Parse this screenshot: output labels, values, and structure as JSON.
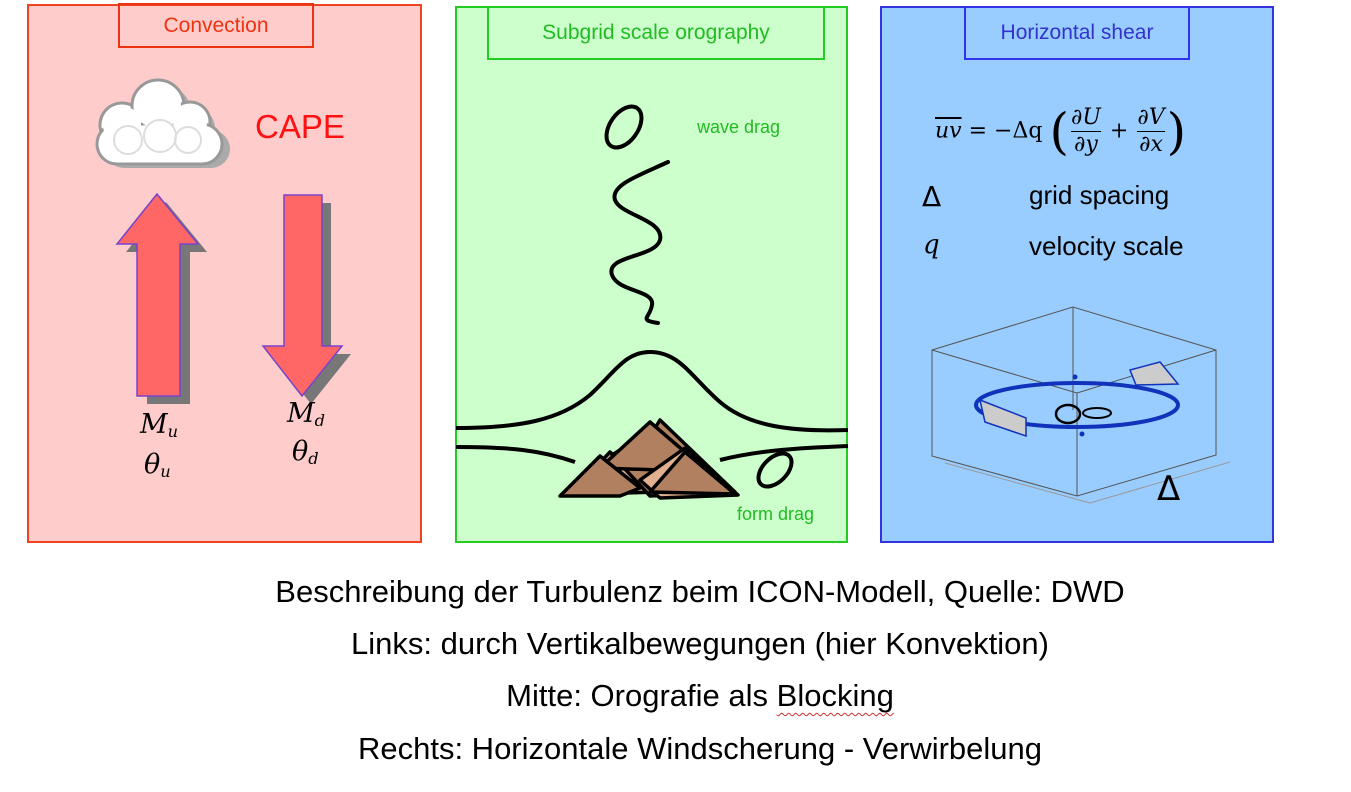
{
  "panels": {
    "convection": {
      "title": "Convection",
      "cape": "CAPE",
      "mu": "M",
      "mu_sub": "u",
      "thu": "θ",
      "thu_sub": "u",
      "md": "M",
      "md_sub": "d",
      "thd": "θ",
      "thd_sub": "d"
    },
    "orography": {
      "title": "Subgrid scale orography",
      "wave_drag": "wave drag",
      "form_drag": "form drag"
    },
    "shear": {
      "title": "Horizontal shear",
      "eq_lhs": "uv",
      "eq_mid": "= −Δq",
      "frac1_num": "∂U",
      "frac1_den": "∂y",
      "plus": "+",
      "frac2_num": "∂V",
      "frac2_den": "∂x",
      "delta_symbol": "Δ",
      "delta_label": "grid spacing",
      "q_symbol": "q",
      "q_label": "velocity scale",
      "box_delta": "Δ"
    }
  },
  "caption": {
    "line1": "Beschreibung der Turbulenz beim ICON-Modell, Quelle: DWD",
    "line2": "Links: durch Vertikalbewegungen (hier Konvektion)",
    "line3_a": "Mitte: Orografie als ",
    "line3_b": "Blocking",
    "line4": "Rechts: Horizontale Windscherung - Verwirbelung"
  },
  "colors": {
    "convection_bg": "#ffcccc",
    "orography_bg": "#ccffcc",
    "shear_bg": "#99ccff",
    "arrow": "#ff6666",
    "mountain": "#b08060"
  }
}
